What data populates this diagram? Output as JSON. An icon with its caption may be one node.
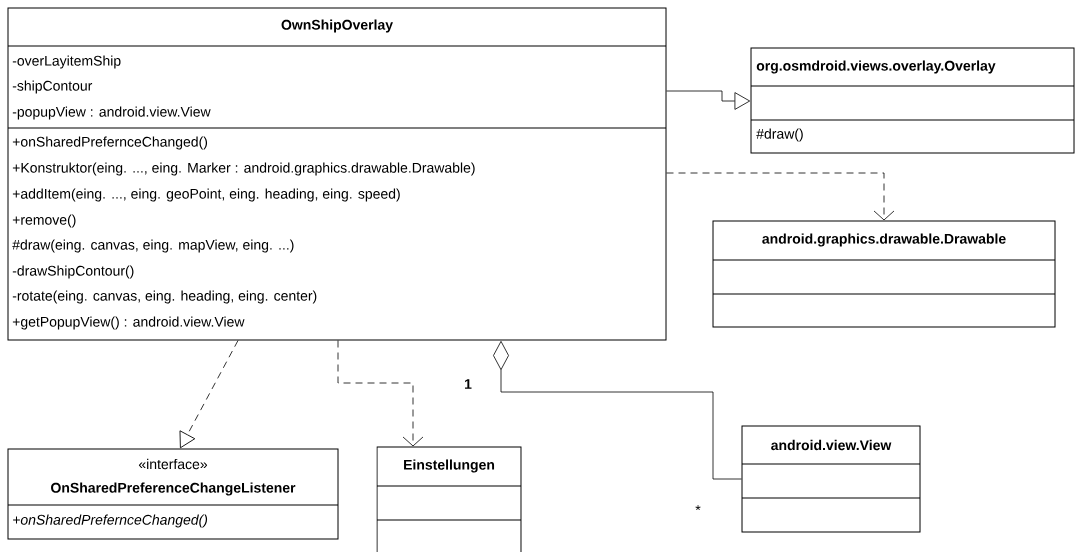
{
  "diagram": {
    "nodes": [
      {
        "text": [
          "OwnShipOverlay",
          "-overLayitemShip",
          "-shipContour",
          "-popupView : android.view.View",
          "+onSharedPrefernceChanged()",
          "+Konstruktor(eing. ..., eing. Marker : android.graphics.drawable.Drawable)",
          "+addItem(eing. ..., eing. geoPoint, eing. heading, eing. speed)",
          "+remove()",
          "#draw(eing. canvas, eing. mapView, eing. ...)",
          "-drawShipContour()",
          "-rotate(eing. canvas, eing. heading, eing. center)",
          "+getPopupView() : android.view.View"
        ]
      },
      {
        "text": [
          "org.osmdroid.views.overlay.Overlay",
          "#draw()"
        ]
      },
      {
        "text": [
          "android.graphics.drawable.Drawable"
        ]
      },
      {
        "text": [
          "«interface»",
          "OnSharedPreferenceChangeListener",
          "+onSharedPrefernceChanged()"
        ]
      },
      {
        "text": [
          "Einstellungen"
        ]
      },
      {
        "text": [
          "android.view.View"
        ]
      }
    ],
    "edges": [
      {
        "from": 0,
        "to": 1,
        "arrow": "to"
      },
      {
        "from": 0,
        "to": 2,
        "arrow": "to",
        "style": "dashed"
      },
      {
        "from": 0,
        "to": 3,
        "arrow": "to",
        "style": "dashed"
      },
      {
        "from": 0,
        "to": 4,
        "arrow": "to",
        "style": "dashed"
      },
      {
        "from": 0,
        "to": 5,
        "arrow": "other"
      }
    ],
    "labels": [
      "1",
      "*"
    ]
  }
}
